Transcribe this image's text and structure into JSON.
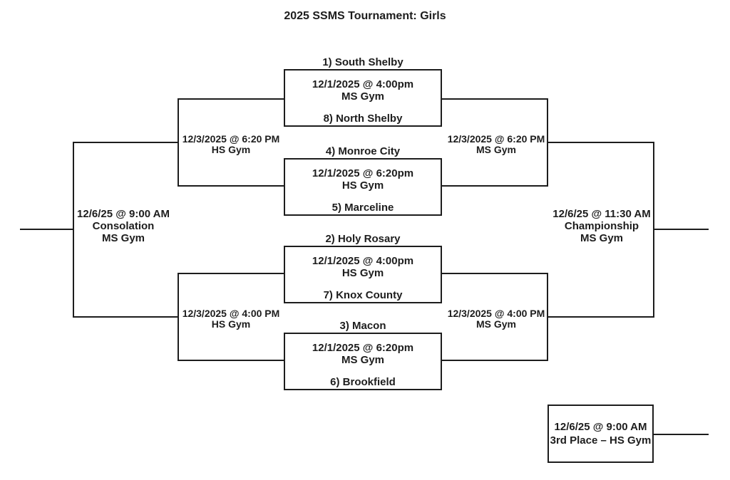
{
  "title": "2025 SSMS Tournament: Girls",
  "colors": {
    "line": "#1d1d1d",
    "text": "#1d1d1d",
    "background": "#ffffff"
  },
  "first_round": [
    {
      "top_seed": "1) South Shelby",
      "datetime": "12/1/2025 @ 4:00pm",
      "venue": "MS Gym",
      "bottom_seed": "8) North Shelby"
    },
    {
      "top_seed": "4) Monroe City",
      "datetime": "12/1/2025 @ 6:20pm",
      "venue": "HS Gym",
      "bottom_seed": "5) Marceline"
    },
    {
      "top_seed": "2) Holy Rosary",
      "datetime": "12/1/2025 @ 4:00pm",
      "venue": "HS Gym",
      "bottom_seed": "7) Knox County"
    },
    {
      "top_seed": "3) Macon",
      "datetime": "12/1/2025 @ 6:20pm",
      "venue": "MS Gym",
      "bottom_seed": "6) Brookfield"
    }
  ],
  "second_round": {
    "consolation_top": {
      "datetime": "12/3/2025 @ 6:20 PM",
      "venue": "HS Gym"
    },
    "consolation_bottom": {
      "datetime": "12/3/2025 @ 4:00 PM",
      "venue": "HS Gym"
    },
    "championship_top": {
      "datetime": "12/3/2025 @ 6:20 PM",
      "venue": "MS Gym"
    },
    "championship_bottom": {
      "datetime": "12/3/2025 @ 4:00 PM",
      "venue": "MS Gym"
    }
  },
  "finals": {
    "consolation": {
      "datetime": "12/6/25 @ 9:00 AM",
      "label": "Consolation",
      "venue": "MS Gym"
    },
    "championship": {
      "datetime": "12/6/25 @ 11:30 AM",
      "label": "Championship",
      "venue": "MS Gym"
    },
    "third_place": {
      "datetime": "12/6/25 @ 9:00 AM",
      "label": "3rd Place – HS Gym"
    }
  }
}
